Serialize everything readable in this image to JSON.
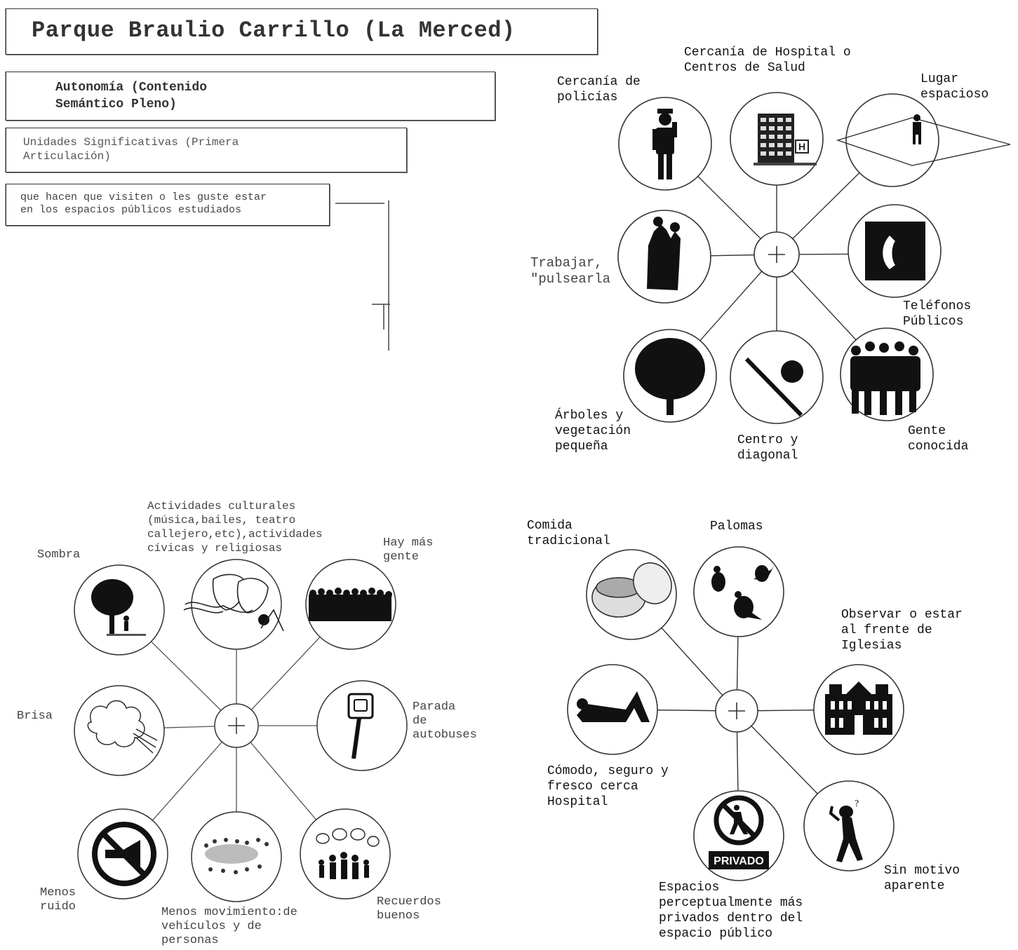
{
  "title": "Parque Braulio Carrillo (La Merced)",
  "autonomy_box": "Autonomía (Contenido\nSemántico Pleno)",
  "units_box": "Unidades Significativas (Primera\nArticulación)",
  "reasons_box": "que hacen que visiten o les guste estar\nen los espacios públicos estudiados",
  "center_symbol": "+",
  "diagram_top_right": {
    "nodes": [
      {
        "label": "Cercanía de\npolicías",
        "icon": "police-officer-icon"
      },
      {
        "label": "Cercanía de Hospital o\nCentros de Salud",
        "icon": "hospital-building-icon"
      },
      {
        "label": "Lugar\nespacioso",
        "icon": "person-open-space-icon"
      },
      {
        "label": "Trabajar,\n\"pulsearla",
        "icon": "workers-silhouette-icon"
      },
      {
        "label": "Teléfonos\nPúblicos",
        "icon": "telephone-icon"
      },
      {
        "label": "Árboles y\nvegetación\npequeña",
        "icon": "tree-icon"
      },
      {
        "label": "Centro y\ndiagonal",
        "icon": "diagonal-center-icon"
      },
      {
        "label": "Gente\nconocida",
        "icon": "group-people-icon"
      }
    ]
  },
  "diagram_bottom_left": {
    "nodes": [
      {
        "label": "Sombra",
        "icon": "shade-tree-icon"
      },
      {
        "label": "Actividades culturales\n(música,bailes, teatro\ncallejero,etc),actividades\ncívicas y religiosas",
        "icon": "theater-masks-icon"
      },
      {
        "label": "Hay más\ngente",
        "icon": "crowd-icon"
      },
      {
        "label": "Brisa",
        "icon": "wind-breeze-icon"
      },
      {
        "label": "Parada\nde\nautobuses",
        "icon": "bus-stop-icon"
      },
      {
        "label": "Menos\nruido",
        "icon": "no-horn-icon"
      },
      {
        "label": "Menos movimiento:de\nvehículos y de\npersonas",
        "icon": "traffic-movement-icon"
      },
      {
        "label": "Recuerdos\nbuenos",
        "icon": "memories-family-icon"
      }
    ]
  },
  "diagram_bottom_right": {
    "nodes": [
      {
        "label": "Comida\ntradicional",
        "icon": "cooking-pot-icon"
      },
      {
        "label": "Palomas",
        "icon": "pigeons-icon"
      },
      {
        "label": "Observar o estar\nal frente de\nIglesias",
        "icon": "church-icon"
      },
      {
        "label": "Cómodo, seguro y\nfresco cerca\nHospital",
        "icon": "reclining-person-icon"
      },
      {
        "label": "Espacios\nperceptualmente más\nprivados dentro del\nespacio público",
        "icon": "no-entry-private-icon",
        "sign_text": "PRIVADO"
      },
      {
        "label": "Sin motivo\naparente",
        "icon": "confused-person-icon"
      }
    ]
  }
}
